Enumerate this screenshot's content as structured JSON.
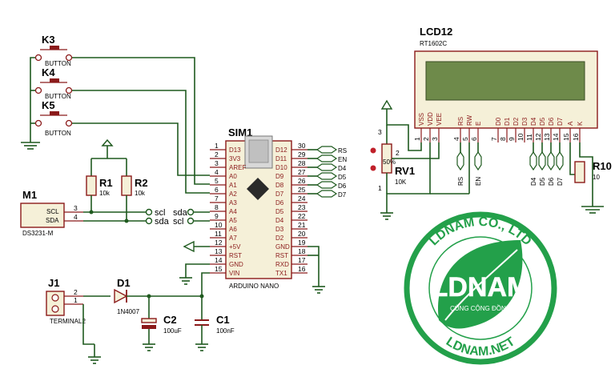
{
  "buttons": [
    {
      "ref": "K3",
      "type": "BUTTON"
    },
    {
      "ref": "K4",
      "type": "BUTTON"
    },
    {
      "ref": "K5",
      "type": "BUTTON"
    }
  ],
  "resistors": [
    {
      "ref": "R1",
      "value": "10k"
    },
    {
      "ref": "R2",
      "value": "10k"
    }
  ],
  "rtc": {
    "ref": "M1",
    "model": "DS3231-M",
    "pins": [
      {
        "num": "3",
        "name": "SCL"
      },
      {
        "num": "4",
        "name": "SDA"
      }
    ],
    "net_labels": [
      "scl",
      "sda"
    ]
  },
  "mcu": {
    "ref": "SIM1",
    "model": "ARDUINO NANO",
    "left_pins": [
      {
        "num": "1",
        "name": "D13"
      },
      {
        "num": "2",
        "name": "3V3"
      },
      {
        "num": "3",
        "name": "AREF"
      },
      {
        "num": "4",
        "name": "A0"
      },
      {
        "num": "5",
        "name": "A1"
      },
      {
        "num": "6",
        "name": "A2"
      },
      {
        "num": "7",
        "name": "A3"
      },
      {
        "num": "8",
        "name": "A4"
      },
      {
        "num": "9",
        "name": "A5"
      },
      {
        "num": "10",
        "name": "A6"
      },
      {
        "num": "11",
        "name": "A7"
      },
      {
        "num": "12",
        "name": "+5V"
      },
      {
        "num": "13",
        "name": "RST"
      },
      {
        "num": "14",
        "name": "GND"
      },
      {
        "num": "15",
        "name": "VIN"
      }
    ],
    "right_pins": [
      {
        "num": "30",
        "name": "D12"
      },
      {
        "num": "29",
        "name": "D11"
      },
      {
        "num": "28",
        "name": "D10"
      },
      {
        "num": "27",
        "name": "D9"
      },
      {
        "num": "26",
        "name": "D8"
      },
      {
        "num": "25",
        "name": "D7"
      },
      {
        "num": "24",
        "name": "D6"
      },
      {
        "num": "23",
        "name": "D5"
      },
      {
        "num": "22",
        "name": "D4"
      },
      {
        "num": "21",
        "name": "D3"
      },
      {
        "num": "20",
        "name": "D2"
      },
      {
        "num": "19",
        "name": "GND"
      },
      {
        "num": "18",
        "name": "RST"
      },
      {
        "num": "17",
        "name": "RXD"
      },
      {
        "num": "16",
        "name": "TX1"
      }
    ],
    "a4_a5_labels": [
      "scl",
      "sda"
    ]
  },
  "mcu_net_labels": [
    "RS",
    "EN",
    "D4",
    "D5",
    "D6",
    "D7"
  ],
  "lcd": {
    "ref": "LCD12",
    "model": "RT1602C",
    "pins": [
      {
        "num": "1",
        "name": "VSS"
      },
      {
        "num": "2",
        "name": "VDD"
      },
      {
        "num": "3",
        "name": "VEE"
      },
      {
        "num": "4",
        "name": "RS"
      },
      {
        "num": "5",
        "name": "RW"
      },
      {
        "num": "6",
        "name": "E"
      },
      {
        "num": "7",
        "name": "D0"
      },
      {
        "num": "8",
        "name": "D1"
      },
      {
        "num": "9",
        "name": "D2"
      },
      {
        "num": "10",
        "name": "D3"
      },
      {
        "num": "11",
        "name": "D4"
      },
      {
        "num": "12",
        "name": "D5"
      },
      {
        "num": "13",
        "name": "D6"
      },
      {
        "num": "14",
        "name": "D7"
      },
      {
        "num": "15",
        "name": "A"
      },
      {
        "num": "16",
        "name": "K"
      }
    ],
    "net_labels": [
      "RS",
      "EN",
      "D4",
      "D5",
      "D6",
      "D7"
    ]
  },
  "pot": {
    "ref": "RV1",
    "value": "10K",
    "pins": [
      "3",
      "2",
      "1"
    ],
    "mark": "50%"
  },
  "backlight_res": {
    "ref": "R10",
    "value": "10"
  },
  "terminal": {
    "ref": "J1",
    "model": "TERMINAL2",
    "pins": [
      "2",
      "1"
    ]
  },
  "diode": {
    "ref": "D1",
    "model": "1N4007"
  },
  "capacitors": [
    {
      "ref": "C2",
      "value": "100uF"
    },
    {
      "ref": "C1",
      "value": "100nF"
    }
  ],
  "logo": {
    "top_text": "LDNAM CO., LTD",
    "center_text": "LDNAM",
    "tagline": "CÙNG CỘNG ĐỒNG",
    "bottom_text": "LDNAM.NET",
    "green": "#23a04a"
  }
}
